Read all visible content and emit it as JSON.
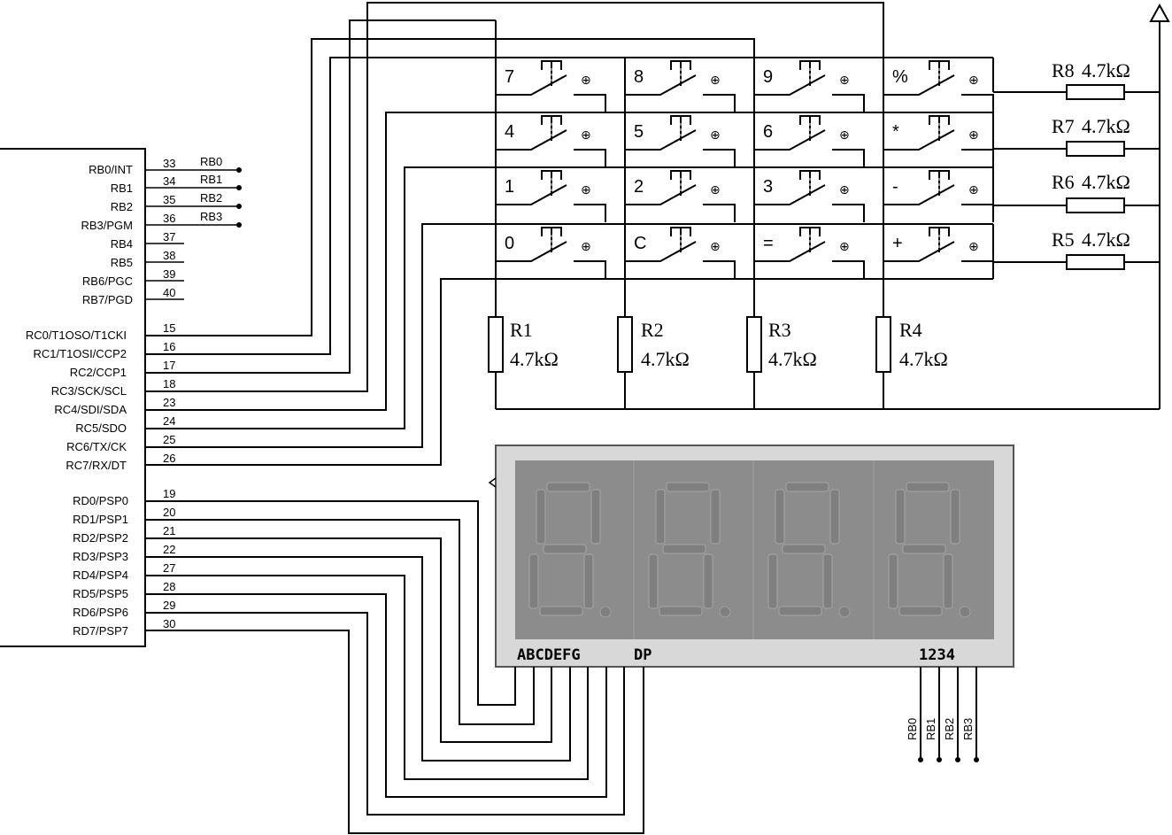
{
  "mcu": {
    "portb": [
      {
        "pin": "RB0/INT",
        "num": "33",
        "net": "RB0"
      },
      {
        "pin": "RB1",
        "num": "34",
        "net": "RB1"
      },
      {
        "pin": "RB2",
        "num": "35",
        "net": "RB2"
      },
      {
        "pin": "RB3/PGM",
        "num": "36",
        "net": "RB3"
      },
      {
        "pin": "RB4",
        "num": "37",
        "net": ""
      },
      {
        "pin": "RB5",
        "num": "38",
        "net": ""
      },
      {
        "pin": "RB6/PGC",
        "num": "39",
        "net": ""
      },
      {
        "pin": "RB7/PGD",
        "num": "40",
        "net": ""
      }
    ],
    "portc": [
      {
        "pin": "RC0/T1OSO/T1CKI",
        "num": "15"
      },
      {
        "pin": "RC1/T1OSI/CCP2",
        "num": "16"
      },
      {
        "pin": "RC2/CCP1",
        "num": "17"
      },
      {
        "pin": "RC3/SCK/SCL",
        "num": "18"
      },
      {
        "pin": "RC4/SDI/SDA",
        "num": "23"
      },
      {
        "pin": "RC5/SDO",
        "num": "24"
      },
      {
        "pin": "RC6/TX/CK",
        "num": "25"
      },
      {
        "pin": "RC7/RX/DT",
        "num": "26"
      }
    ],
    "portd": [
      {
        "pin": "RD0/PSP0",
        "num": "19"
      },
      {
        "pin": "RD1/PSP1",
        "num": "20"
      },
      {
        "pin": "RD2/PSP2",
        "num": "21"
      },
      {
        "pin": "RD3/PSP3",
        "num": "22"
      },
      {
        "pin": "RD4/PSP4",
        "num": "27"
      },
      {
        "pin": "RD5/PSP5",
        "num": "28"
      },
      {
        "pin": "RD6/PSP6",
        "num": "29"
      },
      {
        "pin": "RD7/PSP7",
        "num": "30"
      }
    ]
  },
  "keypad": {
    "rows": [
      [
        "7",
        "8",
        "9",
        "%"
      ],
      [
        "4",
        "5",
        "6",
        "*"
      ],
      [
        "1",
        "2",
        "3",
        "-"
      ],
      [
        "0",
        "C",
        "=",
        "+"
      ]
    ],
    "switch_symbol": "⊕"
  },
  "row_resistors": [
    {
      "name": "R8",
      "value": "4.7kΩ"
    },
    {
      "name": "R7",
      "value": "4.7kΩ"
    },
    {
      "name": "R6",
      "value": "4.7kΩ"
    },
    {
      "name": "R5",
      "value": "4.7kΩ"
    }
  ],
  "col_resistors": [
    {
      "name": "R1",
      "value": "4.7kΩ"
    },
    {
      "name": "R2",
      "value": "4.7kΩ"
    },
    {
      "name": "R3",
      "value": "4.7kΩ"
    },
    {
      "name": "R4",
      "value": "4.7kΩ"
    }
  ],
  "display": {
    "segment_label": "ABCDEFG",
    "dp_label": "DP",
    "digit_label": "1234",
    "digit_nets": [
      "RB0",
      "RB1",
      "RB2",
      "RB3"
    ],
    "colors": {
      "frame": "#d8d8d8",
      "panel": "#8c8c8c",
      "segment": "#7f7f7f"
    }
  }
}
